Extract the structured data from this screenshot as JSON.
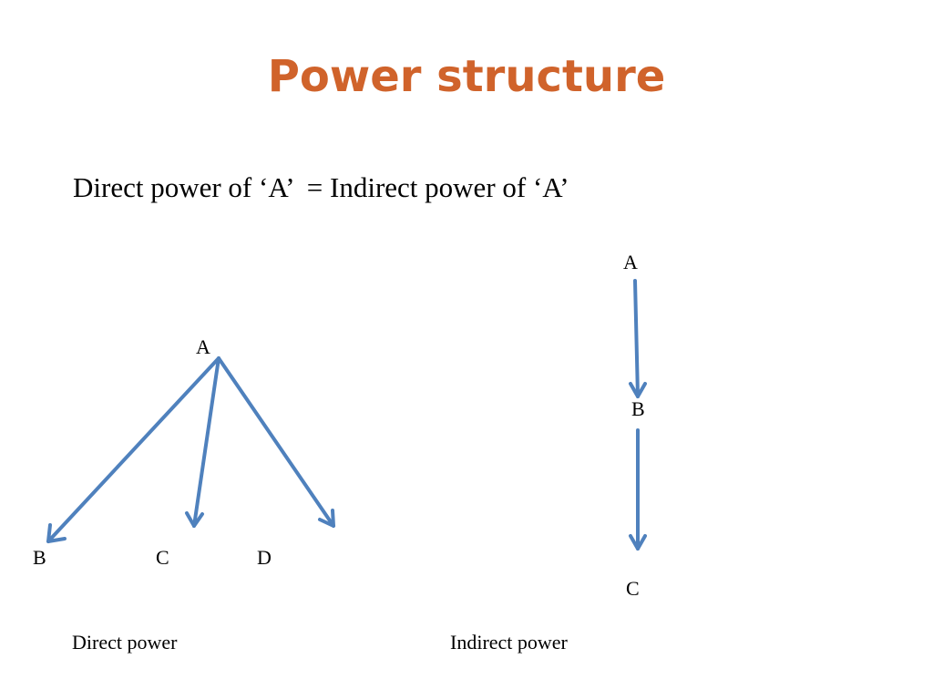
{
  "title": "Power structure",
  "statement": "Direct power of ‘A’  = Indirect power of ‘A’",
  "direct_diagram": {
    "nodes": {
      "a": "A",
      "b": "B",
      "c": "C",
      "d": "D"
    },
    "caption": "Direct power"
  },
  "indirect_diagram": {
    "nodes": {
      "a": "A",
      "b": "B",
      "c": "C"
    },
    "caption": "Indirect power"
  },
  "colors": {
    "title": "#d0632b",
    "arrow": "#4f81bd",
    "text": "#000000"
  }
}
